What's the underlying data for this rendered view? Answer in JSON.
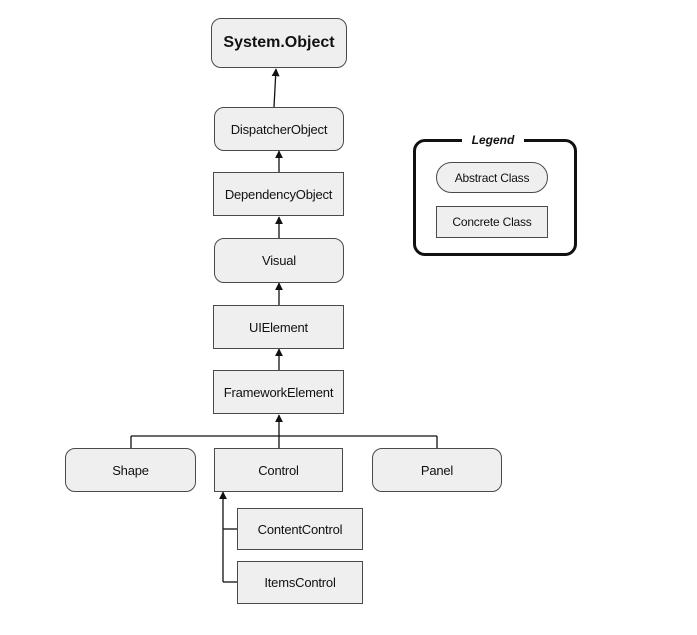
{
  "nodes": {
    "system_object": "System.Object",
    "dispatcher_object": "DispatcherObject",
    "dependency_object": "DependencyObject",
    "visual": "Visual",
    "ui_element": "UIElement",
    "framework_element": "FrameworkElement",
    "shape": "Shape",
    "control": "Control",
    "panel": "Panel",
    "content_control": "ContentControl",
    "items_control": "ItemsControl"
  },
  "legend": {
    "title": "Legend",
    "abstract_label": "Abstract Class",
    "concrete_label": "Concrete Class"
  },
  "colors": {
    "box_fill": "#efefef",
    "box_border": "#4a4a4a",
    "line": "#111111"
  }
}
